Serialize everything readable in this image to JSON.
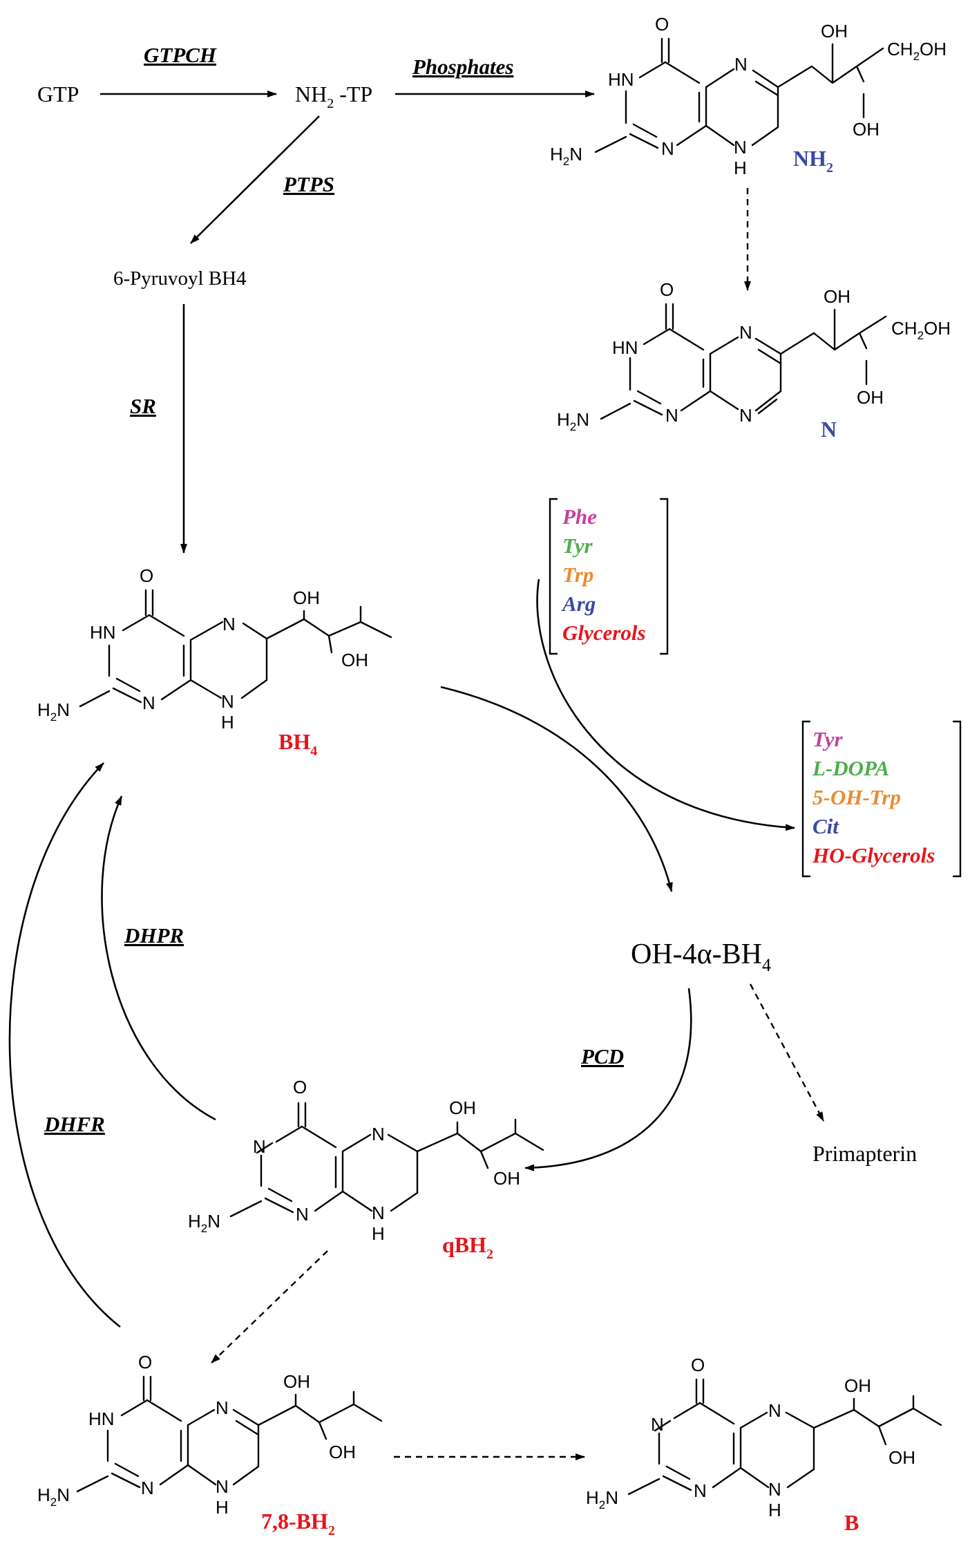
{
  "colors": {
    "black": "#000000",
    "red": "#e8141b",
    "blue": "#3a49a5",
    "magenta": "#c2429d",
    "green": "#4cae4b",
    "orange": "#ec8a2f"
  },
  "enzymes": {
    "gtpch": "GTPCH",
    "phosphates": "Phosphates",
    "ptps": "PTPS",
    "sr": "SR",
    "dhpr": "DHPR",
    "dhfr": "DHFR",
    "pcd": "PCD"
  },
  "metabolites": {
    "gtp": "GTP",
    "nh2tp_main": "NH",
    "nh2tp_sub": "2",
    "nh2tp_tail": " -TP",
    "pyruvoyl": "6-Pyruvoyl BH4",
    "oh4a_main": "OH-4α-BH",
    "oh4a_sub": "4",
    "primapterin": "Primapterin"
  },
  "compounds": {
    "nh2_main": "NH",
    "nh2_sub": "2",
    "n": "N",
    "bh4_main": "BH",
    "bh4_sub": "4",
    "qbh2_main": "qBH",
    "qbh2_sub": "2",
    "bh2_78_main": "7,8-BH",
    "bh2_78_sub": "2",
    "b": "B"
  },
  "atom_labels": {
    "O": "O",
    "HN": "HN",
    "N": "N",
    "NH": "N",
    "H": "H",
    "H2N_main": "H",
    "H2N_sub": "2",
    "H2N_tail": "N",
    "OH": "OH",
    "CH2OH_main": "CH",
    "CH2OH_sub": "2",
    "CH2OH_tail": "OH"
  },
  "substrates": [
    "Phe",
    "Tyr",
    "Trp",
    "Arg",
    "Glycerols"
  ],
  "substrate_colors": [
    "#c2429d",
    "#4cae4b",
    "#ec8a2f",
    "#3a49a5",
    "#e8141b"
  ],
  "products": [
    "Tyr",
    "L-DOPA",
    "5-OH-Trp",
    "Cit",
    "HO-Glycerols"
  ],
  "product_colors": [
    "#c2429d",
    "#4cae4b",
    "#ec8a2f",
    "#3a49a5",
    "#e8141b"
  ]
}
